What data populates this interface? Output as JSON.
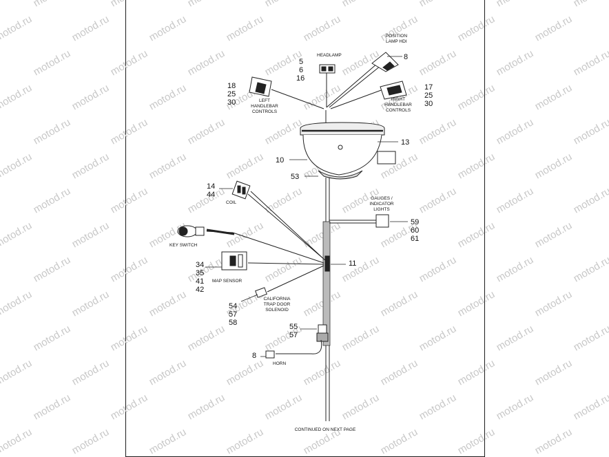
{
  "watermark": "motod.ru",
  "labels": {
    "headlamp": "HEADLAMP",
    "position_lamp_1": "POSITION",
    "position_lamp_2": "LAMP HDI",
    "left_handlebar_1": "LEFT",
    "left_handlebar_2": "HANDLEBAR",
    "left_handlebar_3": "CONTROLS",
    "right_handlebar_1": "RIGHT",
    "right_handlebar_2": "HANDLEBAR",
    "right_handlebar_3": "CONTROLS",
    "coil": "COIL",
    "key_switch": "KEY SWITCH",
    "gauges_1": "GAUGES /",
    "gauges_2": "INDICATOR",
    "gauges_3": "LIGHTS",
    "map_sensor": "MAP SENSOR",
    "california_1": "CALIFORNIA",
    "california_2": "TRAP DOOR",
    "california_3": "SOLENOID",
    "horn": "HORN",
    "continued": "CONTINUED ON NEXT PAGE"
  },
  "callouts": {
    "headlamp_a": "5",
    "headlamp_b": "6",
    "headlamp_c": "16",
    "position_lamp": "8",
    "left_a": "18",
    "left_b": "25",
    "left_c": "30",
    "right_a": "17",
    "right_b": "25",
    "right_c": "30",
    "nacelle_top": "13",
    "nacelle": "10",
    "nacelle_bottom": "53",
    "coil_a": "14",
    "coil_b": "44",
    "gauges_a": "59",
    "gauges_b": "60",
    "gauges_c": "61",
    "junction": "11",
    "map_a": "34",
    "map_b": "35",
    "map_c": "41",
    "map_d": "42",
    "cal_a": "54",
    "cal_b": "57",
    "cal_c": "58",
    "clip_a": "55",
    "clip_b": "57",
    "horn": "8"
  }
}
